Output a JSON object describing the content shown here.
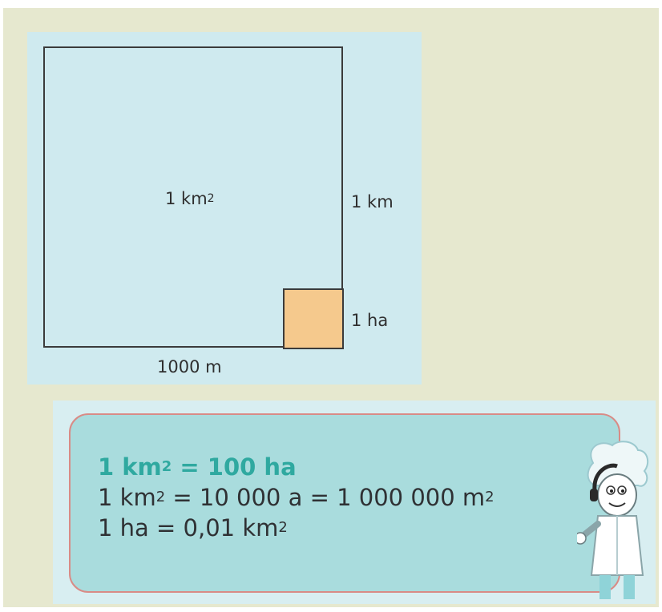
{
  "diagram": {
    "square_area_label": "1 km",
    "square_area_exponent": "2",
    "side_label": "1 km",
    "small_square_label": "1 ha",
    "bottom_label": "1000 m"
  },
  "note": {
    "line1": {
      "left": "1 km",
      "exp": "2",
      "right": " = 100 ha"
    },
    "line2": {
      "a": "1 km",
      "exp1": "2",
      "b": " = 10 000 a = 1 000 000 m",
      "exp2": "2"
    },
    "line3": {
      "a": "1 ha = 0,01 km",
      "exp": "2"
    }
  },
  "colors": {
    "background": "#e6e8cf",
    "panel": "#cfeaef",
    "hectare_fill": "#f5c98d",
    "note_fill": "#a9dcdd",
    "note_border": "#d98b86",
    "highlight_text": "#2fa9a0"
  },
  "icons": {
    "mascot": "scientist-mascot-icon"
  }
}
